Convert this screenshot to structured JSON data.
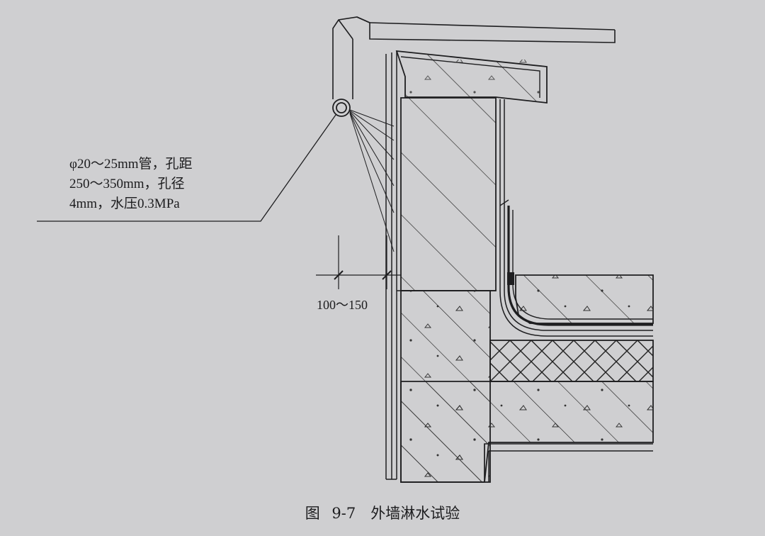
{
  "annotation": {
    "lines": [
      "φ20～25mm管，孔距",
      "250～350mm，孔径",
      "4mm，水压0.3MPa"
    ]
  },
  "dimension": {
    "label": "100～150"
  },
  "caption": {
    "text": "图 9-7　外墙淋水试验"
  },
  "colors": {
    "line": "#1e1e20",
    "background": "#cfcfd1"
  }
}
